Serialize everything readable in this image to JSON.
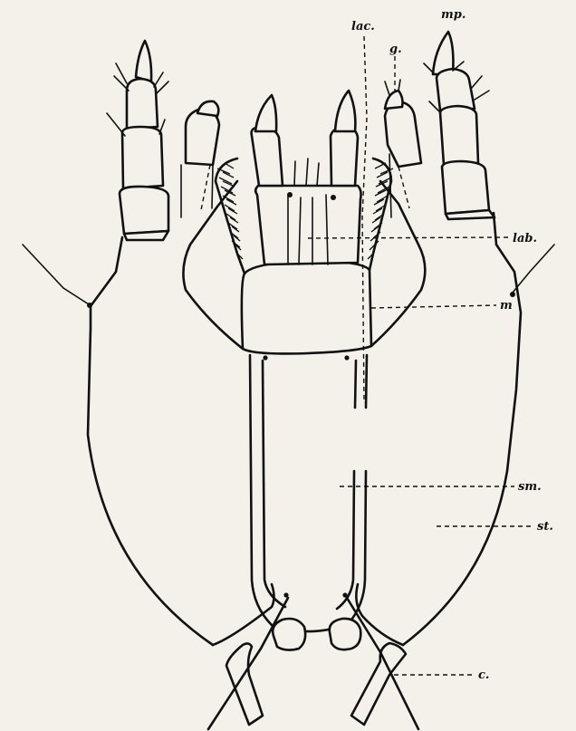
{
  "labels": {
    "lac": "lac.",
    "g": "g.",
    "mp": "mp.",
    "lab": "lab.",
    "m": "m",
    "sm": "sm.",
    "st": "st.",
    "c": "c."
  }
}
